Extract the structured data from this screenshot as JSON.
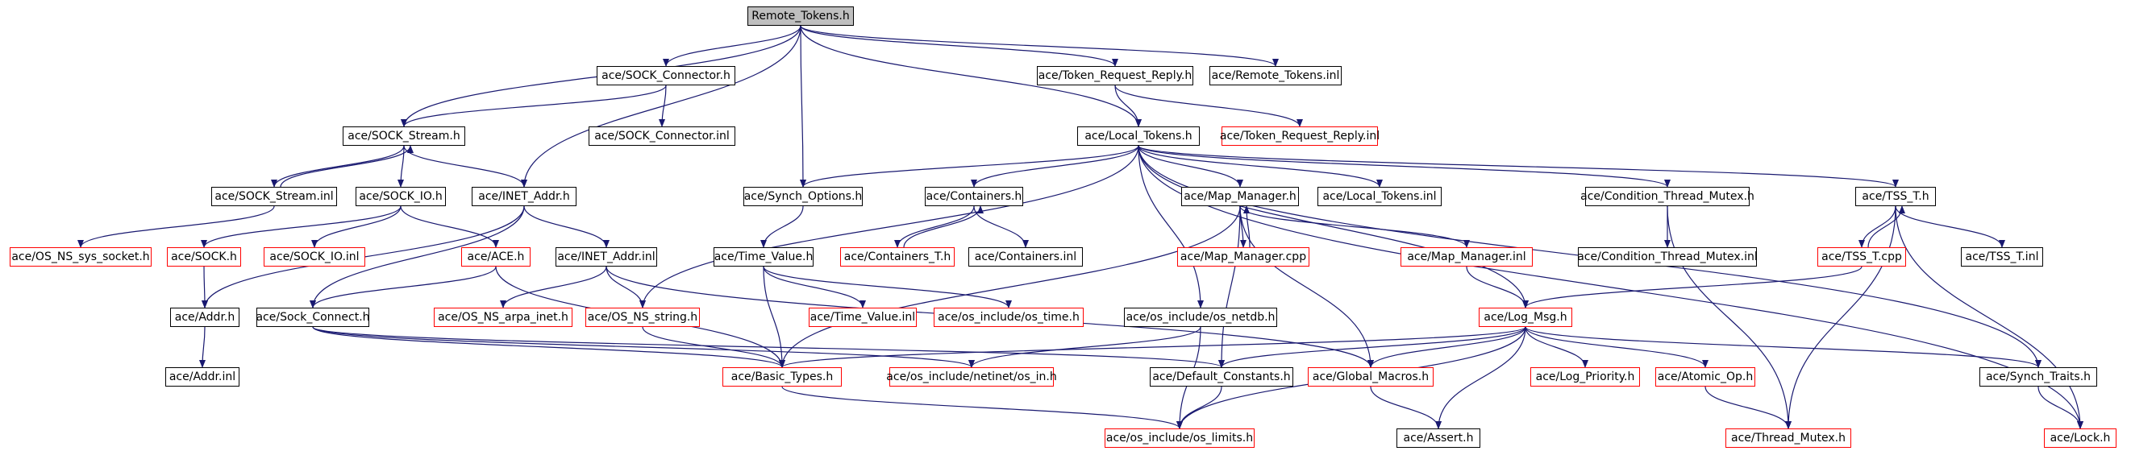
{
  "diagram": {
    "colors": {
      "edge": "#191970",
      "node_border": "#000000",
      "external_border": "#ff0000",
      "root_fill": "#bfbfbf"
    },
    "nodes": [
      {
        "id": "remote_tokens_h",
        "label": "Remote_Tokens.h",
        "root": true
      },
      {
        "id": "sock_connector_h",
        "label": "ace/SOCK_Connector.h"
      },
      {
        "id": "token_request_reply_h",
        "label": "ace/Token_Request_Reply.h"
      },
      {
        "id": "remote_tokens_inl",
        "label": "ace/Remote_Tokens.inl"
      },
      {
        "id": "sock_stream_h",
        "label": "ace/SOCK_Stream.h"
      },
      {
        "id": "sock_connector_inl",
        "label": "ace/SOCK_Connector.inl"
      },
      {
        "id": "local_tokens_h",
        "label": "ace/Local_Tokens.h"
      },
      {
        "id": "token_request_reply_inl",
        "label": "ace/Token_Request_Reply.inl",
        "external": true
      },
      {
        "id": "sock_stream_inl",
        "label": "ace/SOCK_Stream.inl"
      },
      {
        "id": "sock_io_h",
        "label": "ace/SOCK_IO.h"
      },
      {
        "id": "inet_addr_h",
        "label": "ace/INET_Addr.h"
      },
      {
        "id": "synch_options_h",
        "label": "ace/Synch_Options.h"
      },
      {
        "id": "containers_h",
        "label": "ace/Containers.h"
      },
      {
        "id": "map_manager_h",
        "label": "ace/Map_Manager.h"
      },
      {
        "id": "local_tokens_inl",
        "label": "ace/Local_Tokens.inl"
      },
      {
        "id": "condition_thread_mutex_h",
        "label": "ace/Condition_Thread_Mutex.h"
      },
      {
        "id": "tss_t_h",
        "label": "ace/TSS_T.h"
      },
      {
        "id": "os_ns_sys_socket_h",
        "label": "ace/OS_NS_sys_socket.h",
        "external": true
      },
      {
        "id": "sock_h",
        "label": "ace/SOCK.h",
        "external": true
      },
      {
        "id": "sock_io_inl",
        "label": "ace/SOCK_IO.inl",
        "external": true
      },
      {
        "id": "ace_h",
        "label": "ace/ACE.h",
        "external": true
      },
      {
        "id": "inet_addr_inl",
        "label": "ace/INET_Addr.inl"
      },
      {
        "id": "time_value_h",
        "label": "ace/Time_Value.h"
      },
      {
        "id": "containers_t_h",
        "label": "ace/Containers_T.h",
        "external": true
      },
      {
        "id": "containers_inl",
        "label": "ace/Containers.inl"
      },
      {
        "id": "map_manager_cpp",
        "label": "ace/Map_Manager.cpp",
        "external": true
      },
      {
        "id": "map_manager_inl",
        "label": "ace/Map_Manager.inl",
        "external": true
      },
      {
        "id": "condition_thread_mutex_inl",
        "label": "ace/Condition_Thread_Mutex.inl"
      },
      {
        "id": "tss_t_cpp",
        "label": "ace/TSS_T.cpp",
        "external": true
      },
      {
        "id": "tss_t_inl",
        "label": "ace/TSS_T.inl"
      },
      {
        "id": "addr_h",
        "label": "ace/Addr.h"
      },
      {
        "id": "sock_connect_h",
        "label": "ace/Sock_Connect.h"
      },
      {
        "id": "os_ns_arpa_inet_h",
        "label": "ace/OS_NS_arpa_inet.h",
        "external": true
      },
      {
        "id": "os_ns_string_h",
        "label": "ace/OS_NS_string.h",
        "external": true
      },
      {
        "id": "time_value_inl",
        "label": "ace/Time_Value.inl",
        "external": true
      },
      {
        "id": "os_time_h",
        "label": "ace/os_include/os_time.h",
        "external": true
      },
      {
        "id": "os_netdb_h",
        "label": "ace/os_include/os_netdb.h"
      },
      {
        "id": "log_msg_h",
        "label": "ace/Log_Msg.h",
        "external": true
      },
      {
        "id": "addr_inl",
        "label": "ace/Addr.inl"
      },
      {
        "id": "basic_types_h",
        "label": "ace/Basic_Types.h",
        "external": true
      },
      {
        "id": "os_in_h",
        "label": "ace/os_include/netinet/os_in.h",
        "external": true
      },
      {
        "id": "default_constants_h",
        "label": "ace/Default_Constants.h"
      },
      {
        "id": "global_macros_h",
        "label": "ace/Global_Macros.h",
        "external": true
      },
      {
        "id": "log_priority_h",
        "label": "ace/Log_Priority.h",
        "external": true
      },
      {
        "id": "atomic_op_h",
        "label": "ace/Atomic_Op.h",
        "external": true
      },
      {
        "id": "synch_traits_h",
        "label": "ace/Synch_Traits.h"
      },
      {
        "id": "os_limits_h",
        "label": "ace/os_include/os_limits.h",
        "external": true
      },
      {
        "id": "assert_h",
        "label": "ace/Assert.h"
      },
      {
        "id": "thread_mutex_h",
        "label": "ace/Thread_Mutex.h",
        "external": true
      },
      {
        "id": "lock_h",
        "label": "ace/Lock.h",
        "external": true
      }
    ],
    "edges": [
      [
        "remote_tokens_h",
        "sock_connector_h"
      ],
      [
        "remote_tokens_h",
        "token_request_reply_h"
      ],
      [
        "remote_tokens_h",
        "remote_tokens_inl"
      ],
      [
        "remote_tokens_h",
        "sock_stream_h"
      ],
      [
        "remote_tokens_h",
        "inet_addr_h"
      ],
      [
        "remote_tokens_h",
        "synch_options_h"
      ],
      [
        "remote_tokens_h",
        "local_tokens_h"
      ],
      [
        "sock_connector_h",
        "sock_stream_h"
      ],
      [
        "sock_connector_h",
        "sock_connector_inl"
      ],
      [
        "token_request_reply_h",
        "local_tokens_h"
      ],
      [
        "token_request_reply_h",
        "token_request_reply_inl"
      ],
      [
        "sock_stream_h",
        "sock_stream_inl"
      ],
      [
        "sock_stream_inl",
        "sock_stream_h"
      ],
      [
        "sock_stream_h",
        "sock_io_h"
      ],
      [
        "sock_stream_h",
        "inet_addr_h"
      ],
      [
        "sock_stream_inl",
        "os_ns_sys_socket_h"
      ],
      [
        "sock_io_h",
        "sock_h"
      ],
      [
        "sock_io_h",
        "sock_io_inl"
      ],
      [
        "sock_io_h",
        "ace_h"
      ],
      [
        "inet_addr_h",
        "inet_addr_inl"
      ],
      [
        "inet_addr_h",
        "addr_h"
      ],
      [
        "inet_addr_h",
        "sock_connect_h"
      ],
      [
        "sock_h",
        "addr_h"
      ],
      [
        "ace_h",
        "sock_connect_h"
      ],
      [
        "ace_h",
        "basic_types_h"
      ],
      [
        "addr_h",
        "addr_inl"
      ],
      [
        "inet_addr_inl",
        "os_ns_arpa_inet_h"
      ],
      [
        "inet_addr_inl",
        "os_ns_string_h"
      ],
      [
        "inet_addr_inl",
        "global_macros_h"
      ],
      [
        "sock_connect_h",
        "basic_types_h"
      ],
      [
        "sock_connect_h",
        "os_in_h"
      ],
      [
        "sock_connect_h",
        "default_constants_h"
      ],
      [
        "local_tokens_h",
        "synch_options_h"
      ],
      [
        "local_tokens_h",
        "containers_h"
      ],
      [
        "local_tokens_h",
        "map_manager_h"
      ],
      [
        "local_tokens_h",
        "local_tokens_inl"
      ],
      [
        "local_tokens_h",
        "condition_thread_mutex_h"
      ],
      [
        "local_tokens_h",
        "tss_t_h"
      ],
      [
        "local_tokens_h",
        "os_ns_string_h"
      ],
      [
        "local_tokens_h",
        "os_netdb_h"
      ],
      [
        "local_tokens_h",
        "log_msg_h"
      ],
      [
        "local_tokens_h",
        "synch_traits_h"
      ],
      [
        "local_tokens_h",
        "lock_h"
      ],
      [
        "synch_options_h",
        "time_value_h"
      ],
      [
        "time_value_h",
        "time_value_inl"
      ],
      [
        "time_value_h",
        "os_time_h"
      ],
      [
        "time_value_h",
        "basic_types_h"
      ],
      [
        "containers_h",
        "containers_t_h"
      ],
      [
        "containers_t_h",
        "containers_h"
      ],
      [
        "containers_h",
        "containers_inl"
      ],
      [
        "map_manager_h",
        "map_manager_cpp"
      ],
      [
        "map_manager_cpp",
        "map_manager_h"
      ],
      [
        "map_manager_h",
        "map_manager_inl"
      ],
      [
        "map_manager_h",
        "basic_types_h"
      ],
      [
        "map_manager_h",
        "default_constants_h"
      ],
      [
        "map_manager_h",
        "global_macros_h"
      ],
      [
        "map_manager_inl",
        "log_msg_h"
      ],
      [
        "condition_thread_mutex_h",
        "condition_thread_mutex_inl"
      ],
      [
        "condition_thread_mutex_h",
        "thread_mutex_h"
      ],
      [
        "tss_t_h",
        "tss_t_cpp"
      ],
      [
        "tss_t_cpp",
        "tss_t_h"
      ],
      [
        "tss_t_h",
        "tss_t_inl"
      ],
      [
        "tss_t_h",
        "thread_mutex_h"
      ],
      [
        "tss_t_h",
        "lock_h"
      ],
      [
        "tss_t_cpp",
        "log_msg_h"
      ],
      [
        "os_ns_string_h",
        "basic_types_h"
      ],
      [
        "os_netdb_h",
        "os_in_h"
      ],
      [
        "os_netdb_h",
        "os_limits_h"
      ],
      [
        "log_msg_h",
        "default_constants_h"
      ],
      [
        "log_msg_h",
        "global_macros_h"
      ],
      [
        "log_msg_h",
        "basic_types_h"
      ],
      [
        "log_msg_h",
        "log_priority_h"
      ],
      [
        "log_msg_h",
        "atomic_op_h"
      ],
      [
        "log_msg_h",
        "synch_traits_h"
      ],
      [
        "log_msg_h",
        "assert_h"
      ],
      [
        "log_msg_h",
        "os_limits_h"
      ],
      [
        "basic_types_h",
        "os_limits_h"
      ],
      [
        "default_constants_h",
        "os_limits_h"
      ],
      [
        "global_macros_h",
        "assert_h"
      ],
      [
        "atomic_op_h",
        "thread_mutex_h"
      ],
      [
        "synch_traits_h",
        "lock_h"
      ]
    ]
  }
}
